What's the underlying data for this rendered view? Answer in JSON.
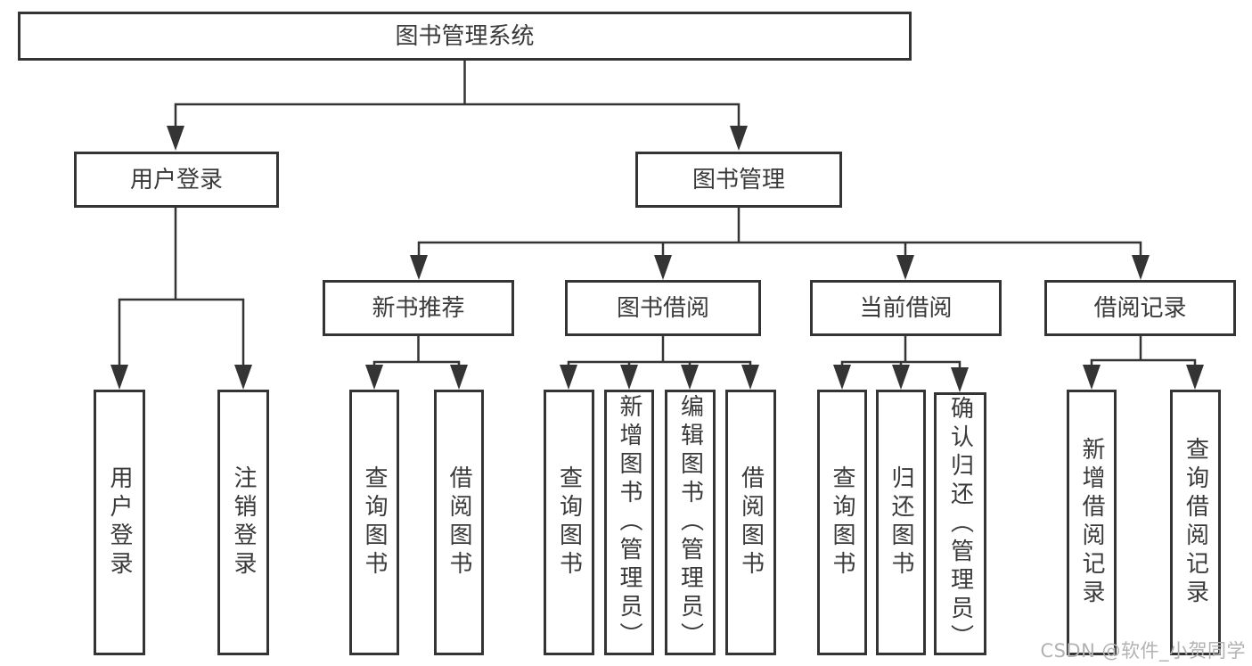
{
  "diagram_type": "hierarchy-tree",
  "tree": {
    "label": "图书管理系统",
    "children": [
      {
        "label": "用户登录",
        "children": [
          {
            "label": "用户登录"
          },
          {
            "label": "注销登录"
          }
        ]
      },
      {
        "label": "图书管理",
        "children": [
          {
            "label": "新书推荐",
            "children": [
              {
                "label": "查询图书"
              },
              {
                "label": "借阅图书"
              }
            ]
          },
          {
            "label": "图书借阅",
            "children": [
              {
                "label": "查询图书"
              },
              {
                "label": "新增图书（管理员）"
              },
              {
                "label": "编辑图书（管理员）"
              },
              {
                "label": "借阅图书"
              }
            ]
          },
          {
            "label": "当前借阅",
            "children": [
              {
                "label": "查询图书"
              },
              {
                "label": "归还图书"
              },
              {
                "label": "确认归还（管理员）"
              }
            ]
          },
          {
            "label": "借阅记录",
            "children": [
              {
                "label": "新增借阅记录"
              },
              {
                "label": "查询借阅记录"
              }
            ]
          }
        ]
      }
    ]
  },
  "watermark": "CSDN @软件_小贺同学",
  "colors": {
    "line": "#343434",
    "text": "#3a3a3a",
    "background": "#ffffff",
    "watermark": "#b2b2b2"
  }
}
